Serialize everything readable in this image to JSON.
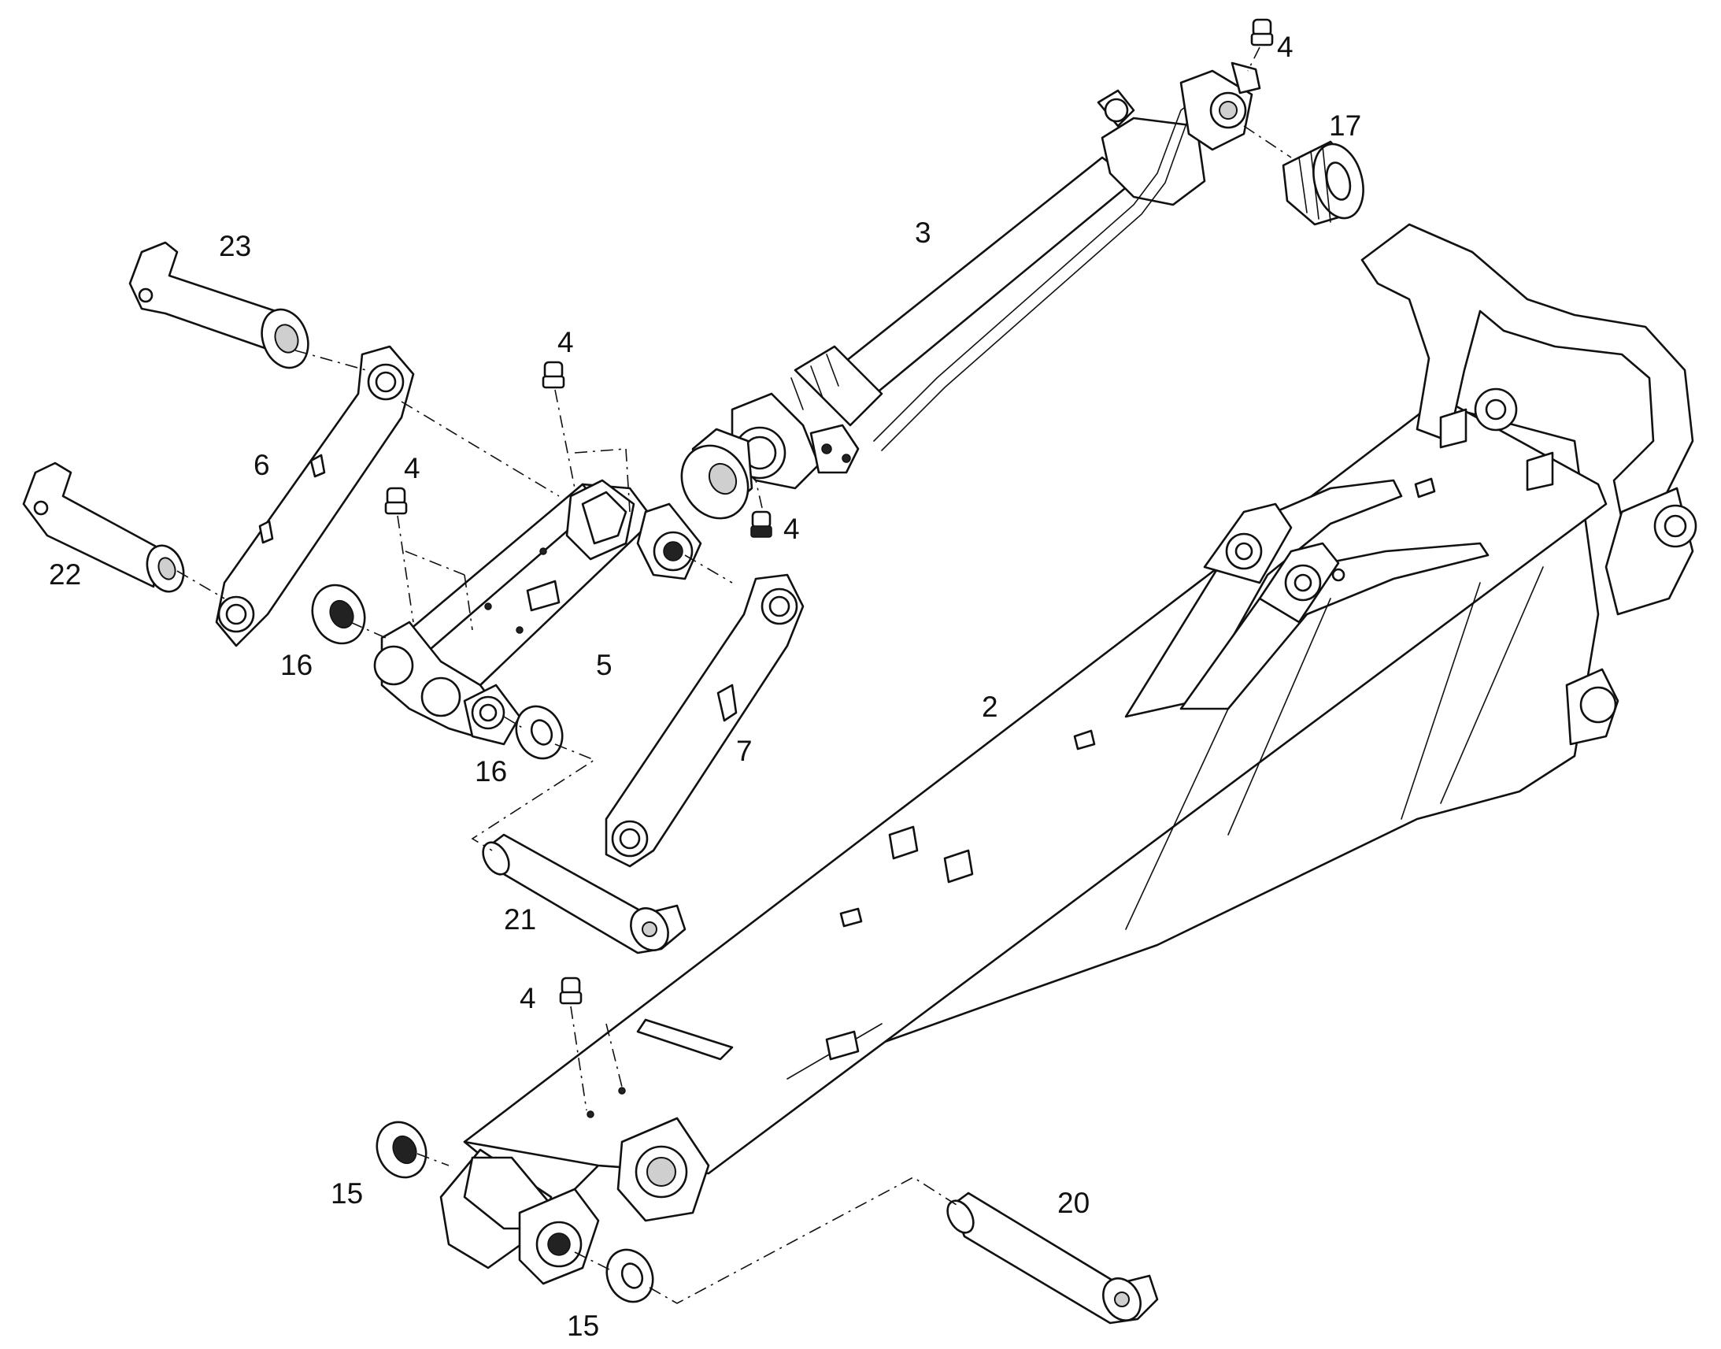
{
  "diagram": {
    "kind": "exploded parts view",
    "callouts": [
      "2",
      "3",
      "4",
      "5",
      "6",
      "7",
      "15",
      "16",
      "17",
      "20",
      "21",
      "22",
      "23"
    ]
  }
}
